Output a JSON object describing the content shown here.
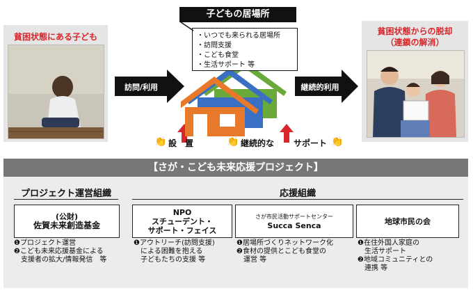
{
  "left_panel": {
    "title": "貧困状態にある子ども"
  },
  "right_panel": {
    "title_line1": "貧困状態からの脱却",
    "title_line2": "（連鎖の解消）"
  },
  "arrows": {
    "left_label": "訪問/利用",
    "right_label": "継続的利用"
  },
  "callout": {
    "title": "子どもの居場所",
    "items": [
      "・いつでも来られる居場所",
      "・訪問支援",
      "・こども食堂",
      "・生活サポート 等"
    ]
  },
  "support": {
    "setup_label": "設　置",
    "continuous_label": "継続的な",
    "support_label": "サポート"
  },
  "banner": {
    "title": "【さが・こども未来応援プロジェクト】"
  },
  "groups": {
    "management": "プロジェクト運営組織",
    "support": "応援組織"
  },
  "orgs": [
    {
      "name_line1": "(公財)",
      "name_line2": "佐賀未来創造基金",
      "desc": [
        "❶プロジェクト運営",
        "❷こども未来応援基金による",
        "　支援者の拡大/情報発信　等"
      ]
    },
    {
      "name_line1": "NPO",
      "name_line2": "スチューデント・",
      "name_line3": "サポート・フェイス",
      "desc": [
        "❶アウトリーチ(訪問支援)",
        "　による困難を抱える",
        "　子どもたちの支援 等"
      ]
    },
    {
      "name_line1": "さが市民活動サポートセンター",
      "name_line2": "Succa Senca",
      "desc": [
        "❶居場所づくりネットワーク化",
        "❷食材の提供とこども食堂の",
        "　運営 等"
      ]
    },
    {
      "name_line1": "地球市民の会",
      "desc": [
        "❶在住外国人家庭の",
        "　生活サポート",
        "❷地域コミュニティとの",
        "　連携 等"
      ]
    }
  ],
  "colors": {
    "house_orange": "#e8782a",
    "house_blue": "#3a6fc4",
    "house_green": "#6aaa3a",
    "arrow_red": "#d9262b",
    "banner_gray": "#777777"
  }
}
